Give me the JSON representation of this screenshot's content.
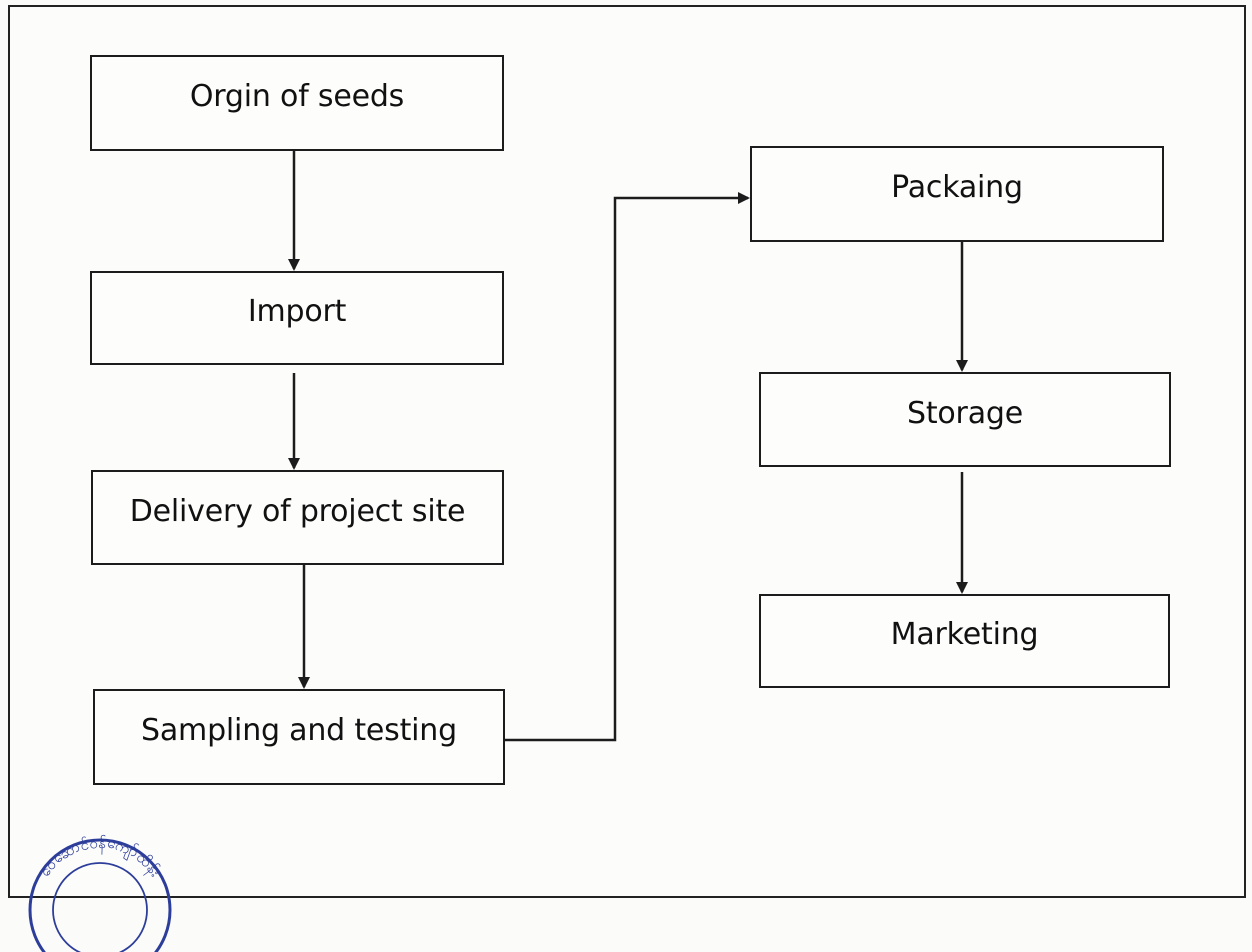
{
  "diagram": {
    "nodes": {
      "origin": "Orgin of seeds",
      "import": "Import",
      "delivery": "Delivery of project site",
      "sampling": "Sampling and testing",
      "packaging": "Packaing",
      "storage": "Storage",
      "marketing": "Marketing"
    }
  },
  "seal": {
    "text": "ဝေဆောင်ဝန်ကျော်ထိန်း"
  },
  "colors": {
    "line": "#1c1c1c",
    "stamp": "#2d3e9a",
    "background": "#fbfbfa"
  }
}
